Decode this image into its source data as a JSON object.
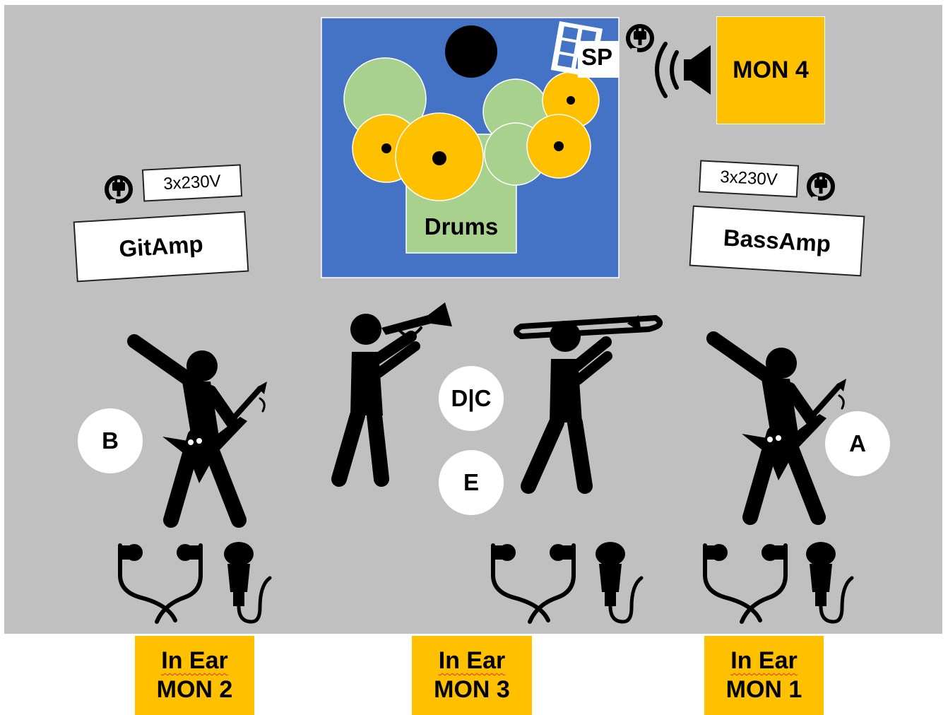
{
  "colors": {
    "stage": "#c0c0c0",
    "drum_riser": "#4472c4",
    "cymbal": "#ffc000",
    "drum": "#a9d18e",
    "monitor": "#ffc000",
    "figure": "#000000"
  },
  "drums": {
    "label": "Drums",
    "sp_label": "SP"
  },
  "amps": {
    "guitar": {
      "label": "GitAmp",
      "power": "3x230V"
    },
    "bass": {
      "label": "BassAmp",
      "power": "3x230V"
    }
  },
  "positions": {
    "b": "B",
    "dc": "D|C",
    "e": "E",
    "a": "A"
  },
  "monitors": {
    "mon4": "MON 4",
    "inear_left": {
      "line1": "In Ear",
      "line2": "MON 2"
    },
    "inear_center": {
      "line1": "In Ear",
      "line2": "MON 3"
    },
    "inear_right": {
      "line1": "In Ear",
      "line2": "MON 1"
    }
  },
  "icons": [
    "power-plug-icon",
    "speaker-icon",
    "earphones-icon",
    "microphone-icon",
    "guitarist-icon",
    "trumpet-player-icon",
    "trombone-player-icon"
  ]
}
